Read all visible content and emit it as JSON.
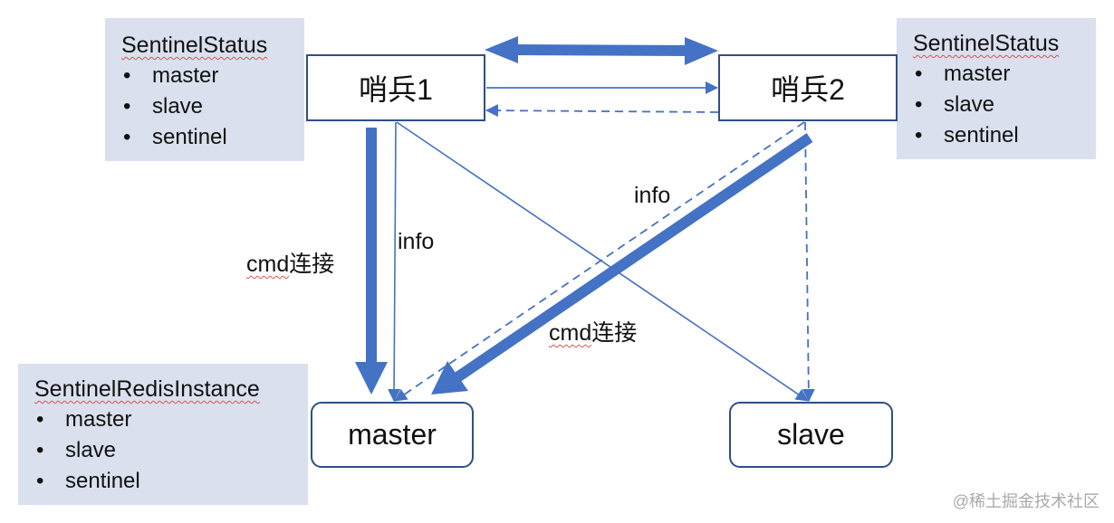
{
  "panels": {
    "sentinel1_status": {
      "title": "SentinelStatus",
      "items": [
        "master",
        "slave",
        "sentinel"
      ]
    },
    "sentinel2_status": {
      "title": "SentinelStatus",
      "items": [
        "master",
        "slave",
        "sentinel"
      ]
    },
    "redis_instance": {
      "title": "SentinelRedisInstance",
      "items": [
        "master",
        "slave",
        "sentinel"
      ]
    }
  },
  "bullet": "•",
  "nodes": {
    "sentinel1": "哨兵1",
    "sentinel2": "哨兵2",
    "master": "master",
    "slave": "slave"
  },
  "edge_labels": {
    "s1_cmd_prefix": "cmd",
    "s1_cmd_suffix": "连接",
    "s1_info": "info",
    "s2_info": "info",
    "s2_cmd_prefix": "cmd",
    "s2_cmd_suffix": "连接"
  },
  "edges": [
    {
      "from": "sentinel1",
      "to": "sentinel2",
      "style": "thick-bidirectional"
    },
    {
      "from": "sentinel1",
      "to": "sentinel2",
      "style": "thin-solid"
    },
    {
      "from": "sentinel2",
      "to": "sentinel1",
      "style": "thin-dashed"
    },
    {
      "from": "sentinel1",
      "to": "master",
      "style": "thick",
      "label": "cmd连接"
    },
    {
      "from": "sentinel1",
      "to": "master",
      "style": "thin-solid",
      "label": "info"
    },
    {
      "from": "sentinel1",
      "to": "slave",
      "style": "thin-solid"
    },
    {
      "from": "sentinel2",
      "to": "master",
      "style": "thick",
      "label": "cmd连接"
    },
    {
      "from": "sentinel2",
      "to": "master",
      "style": "thin-dashed",
      "label": "info"
    },
    {
      "from": "sentinel2",
      "to": "slave",
      "style": "thin-dashed"
    }
  ],
  "colors": {
    "edge": "#4472c4",
    "node_border": "#2f4f86",
    "panel_bg": "#dae0ee"
  },
  "watermark": "@稀土掘金技术社区"
}
